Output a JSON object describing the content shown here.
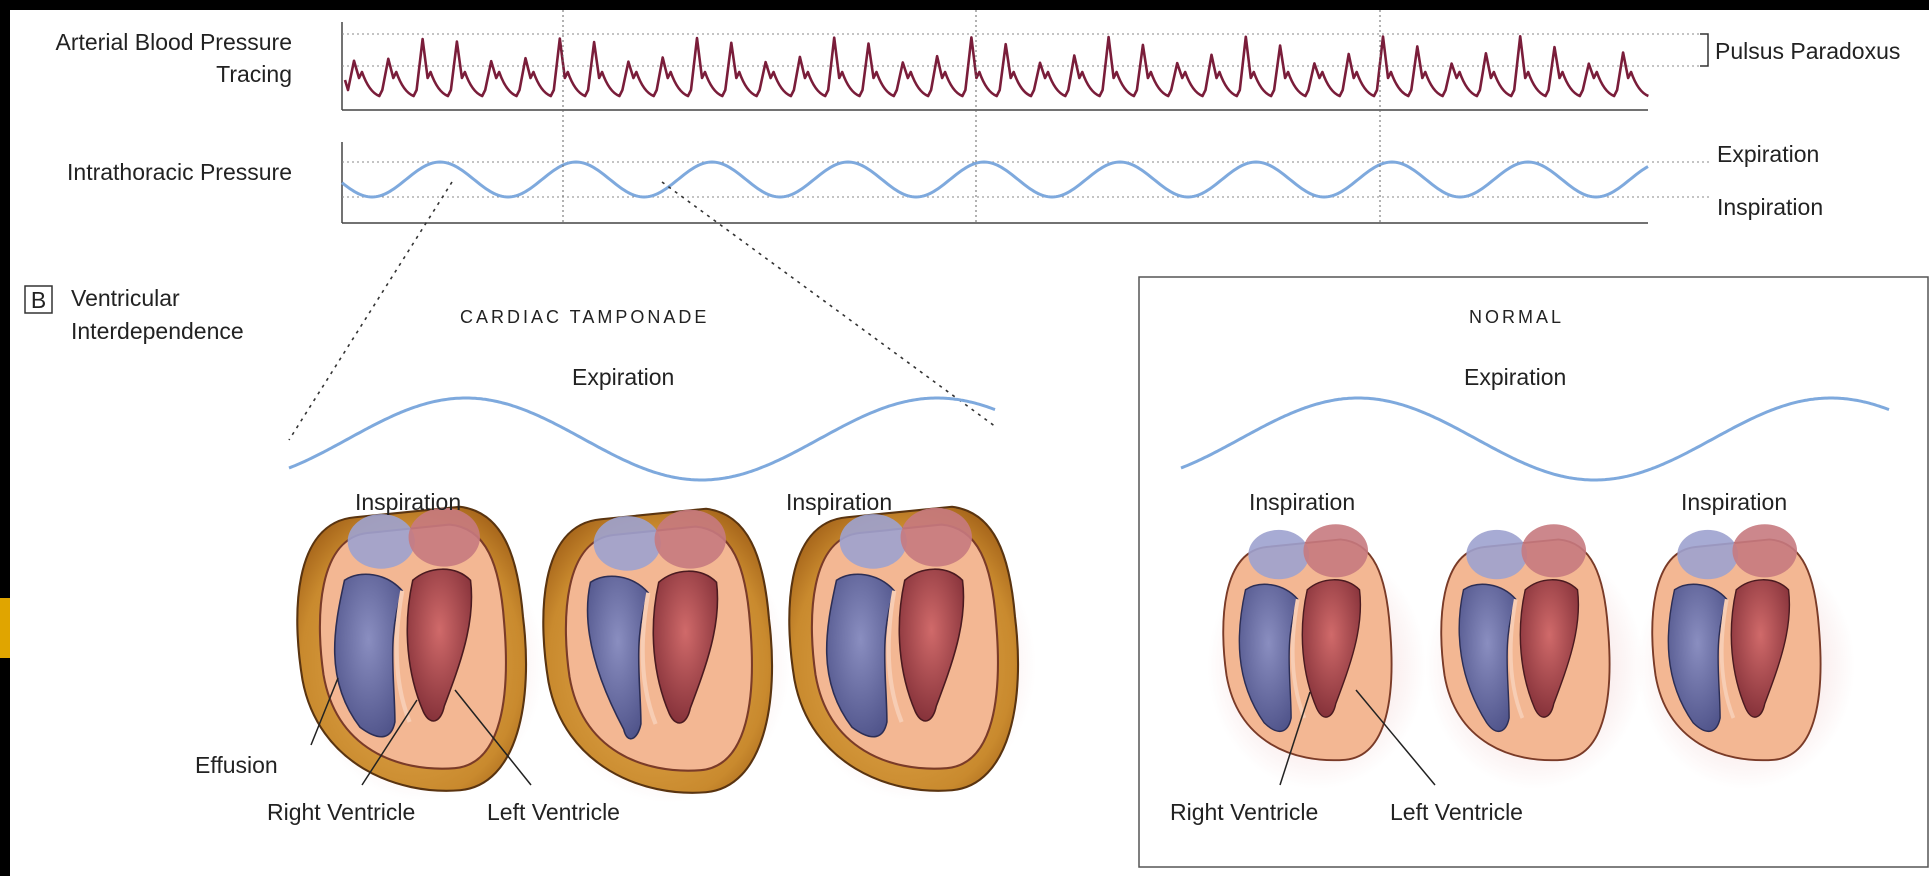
{
  "top": {
    "abp_label_line1": "Arterial Blood Pressure",
    "abp_label_line2": "Tracing",
    "itp_label": "Intrathoracic Pressure",
    "pulsus_label": "Pulsus Paradoxus",
    "expiration_label": "Expiration",
    "inspiration_label": "Inspiration"
  },
  "section_b": {
    "badge": "B",
    "title_line1": "Ventricular",
    "title_line2": "Interdependence"
  },
  "tamponade": {
    "heading": "CARDIAC TAMPONADE",
    "expiration": "Expiration",
    "inspiration_left": "Inspiration",
    "inspiration_right": "Inspiration",
    "effusion": "Effusion",
    "right_ventricle": "Right Ventricle",
    "left_ventricle": "Left Ventricle"
  },
  "normal": {
    "heading": "NORMAL",
    "expiration": "Expiration",
    "inspiration_left": "Inspiration",
    "inspiration_right": "Inspiration",
    "right_ventricle": "Right Ventricle",
    "left_ventricle": "Left Ventricle"
  },
  "colors": {
    "arterial_trace": "#7a1d3a",
    "respiratory_wave": "#7ea9dd",
    "effusion": "#c98a2e",
    "myocardium": "#f3b793",
    "right_heart": "#5a5f98",
    "left_heart": "#8c3038"
  }
}
